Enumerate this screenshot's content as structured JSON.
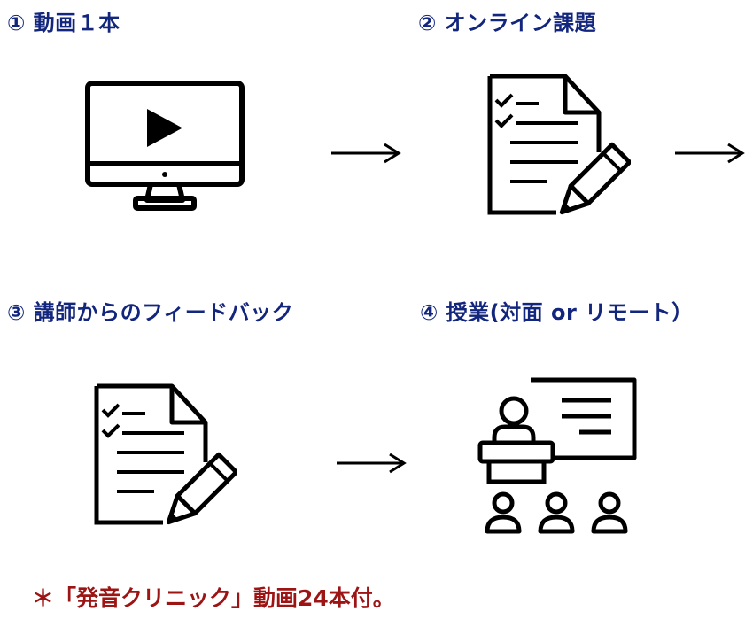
{
  "steps": [
    {
      "title": "① 動画１本",
      "icon": "monitor-video-icon"
    },
    {
      "title": "② オンライン課題",
      "icon": "document-checklist-pencil-icon"
    },
    {
      "title": "③ 講師からのフィードバック",
      "icon": "document-checklist-pencil-icon"
    },
    {
      "title": "④ 授業(対面 or リモート）",
      "icon": "teacher-presentation-icon"
    }
  ],
  "arrows": [
    {
      "glyph": "→"
    },
    {
      "glyph": "→"
    },
    {
      "glyph": "→"
    }
  ],
  "footnote": "＊「発音クリニック」動画24本付。",
  "colors": {
    "title": "#13267d",
    "footnote": "#9c1414",
    "icon": "#000000"
  }
}
